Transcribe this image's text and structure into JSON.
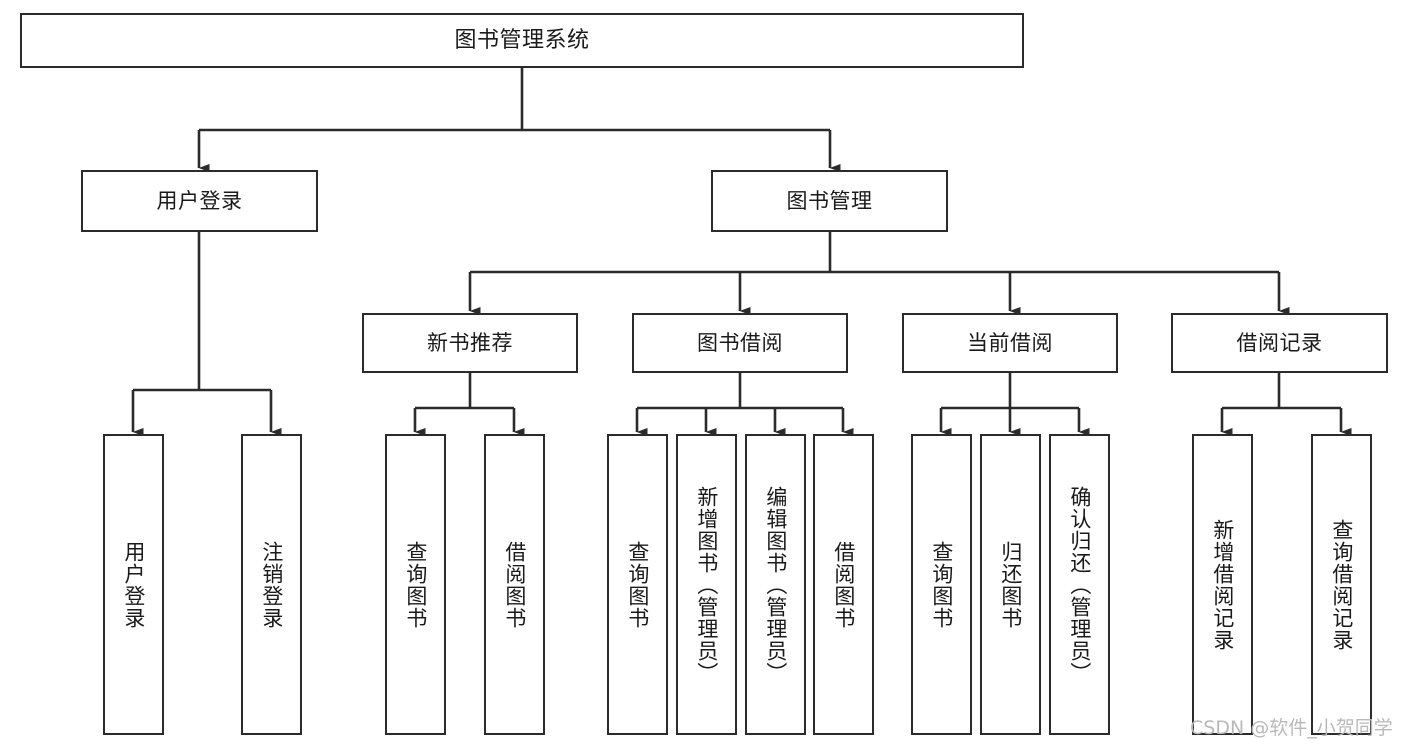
{
  "diagram": {
    "title": "图书管理系统",
    "type": "functional-structure-tree",
    "line_color": "#2b2b2b",
    "box_fill": "#ffffff",
    "text_color": "#1a1a1a"
  },
  "root": {
    "label": "图书管理系统"
  },
  "tier2": [
    {
      "label": "用户登录"
    },
    {
      "label": "图书管理"
    }
  ],
  "tier3": [
    {
      "label": "新书推荐"
    },
    {
      "label": "图书借阅"
    },
    {
      "label": "当前借阅"
    },
    {
      "label": "借阅记录"
    }
  ],
  "leaves": {
    "user_login": [
      {
        "label": "用户登录"
      },
      {
        "label": "注销登录"
      }
    ],
    "new_book": [
      {
        "label": "查询图书"
      },
      {
        "label": "借阅图书"
      }
    ],
    "book_borrow": [
      {
        "label": "查询图书"
      },
      {
        "label": "新增图书（管理员）"
      },
      {
        "label": "编辑图书（管理员）"
      },
      {
        "label": "借阅图书"
      }
    ],
    "current_borrow": [
      {
        "label": "查询图书"
      },
      {
        "label": "归还图书"
      },
      {
        "label": "确认归还（管理员）"
      }
    ],
    "borrow_record": [
      {
        "label": "新增借阅记录"
      },
      {
        "label": "查询借阅记录"
      }
    ]
  },
  "watermark": {
    "text": "CSDN @软件_小贺同学",
    "color": "#b9b9b9"
  }
}
